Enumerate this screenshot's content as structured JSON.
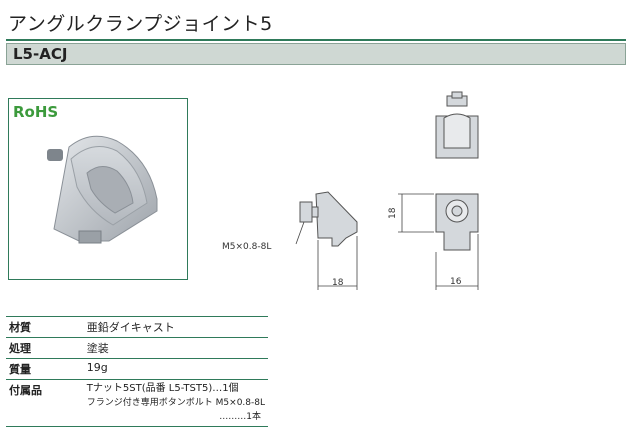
{
  "title": "アングルクランプジョイント5",
  "model_code": "L5-ACJ",
  "rohs_label": "RoHS",
  "colors": {
    "accent": "#2f7a5a",
    "bar": "#cfd8d3",
    "rohs": "#3c9a3c",
    "part": "#c9cdd2"
  },
  "drawing": {
    "dim_bolt": "M5×0.8-8L",
    "dim_side_width": "18",
    "dim_front_height": "18",
    "dim_front_width": "16"
  },
  "specs": [
    {
      "label": "材質",
      "value": "亜鉛ダイキャスト"
    },
    {
      "label": "処理",
      "value": "塗装"
    },
    {
      "label": "質量",
      "value": "19g"
    }
  ],
  "accessory": {
    "label": "付属品",
    "line1": "Tナット5ST(品番 L5-TST5)…1個",
    "line2": "フランジ付き専用ボタンボルト M5×0.8-8L",
    "line3": "………1本"
  }
}
